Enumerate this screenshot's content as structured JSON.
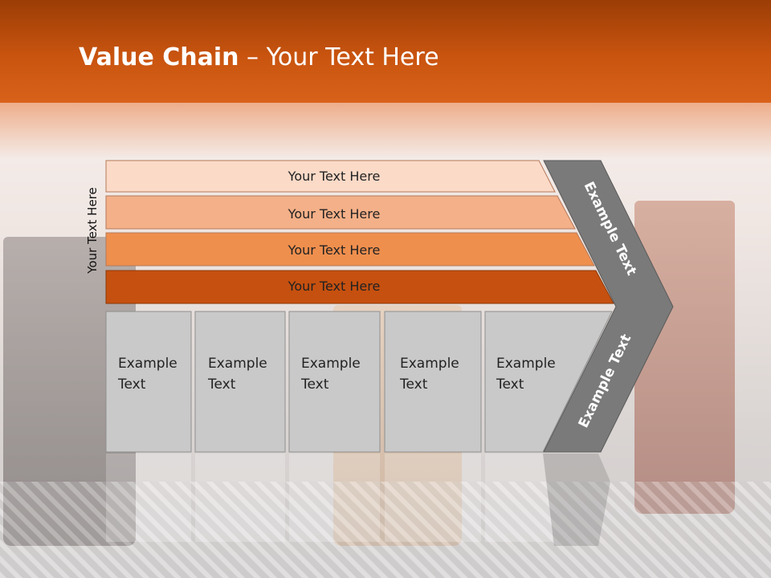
{
  "title": {
    "bold": "Value Chain",
    "rest": " – Your Text Here"
  },
  "side_label": "Your Text Here",
  "bars": [
    {
      "label": "Your Text Here",
      "color": "#fbdac7"
    },
    {
      "label": "Your Text Here",
      "color": "#f4b088"
    },
    {
      "label": "Your Text Here",
      "color": "#ef8f4e"
    },
    {
      "label": "Your Text Here",
      "color": "#c6500f"
    }
  ],
  "boxes": [
    {
      "line1": "Example",
      "line2": "Text"
    },
    {
      "line1": "Example",
      "line2": "Text"
    },
    {
      "line1": "Example",
      "line2": "Text"
    },
    {
      "line1": "Example",
      "line2": "Text"
    },
    {
      "line1": "Example",
      "line2": "Text"
    }
  ],
  "chevron": {
    "upper": "Example Text",
    "lower": "Example Text"
  },
  "colors": {
    "header": "#c9540f",
    "box_fill": "#c9c9c9",
    "chevron_fill": "#7a7a7a"
  }
}
